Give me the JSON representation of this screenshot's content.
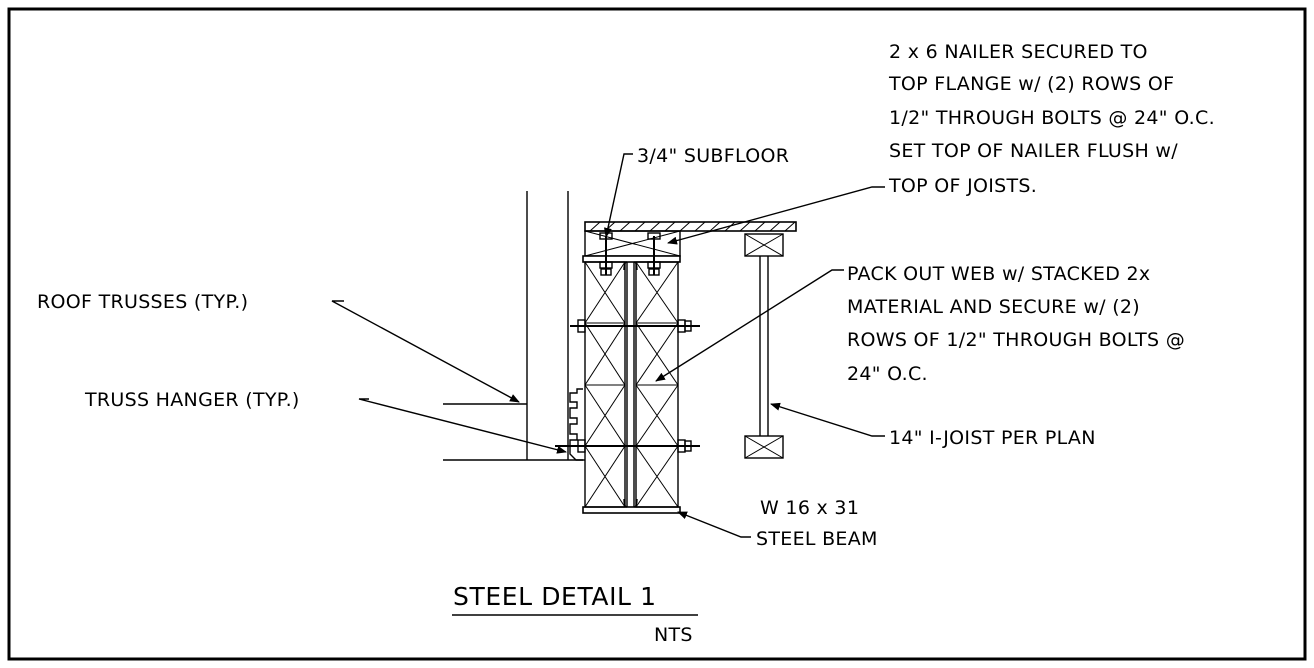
{
  "title": "STEEL DETAIL 1",
  "scale_note": "NTS",
  "annotations": {
    "nailer": [
      "2 x 6 NAILER SECURED TO",
      "TOP FLANGE w/ (2) ROWS OF",
      "1/2\" THROUGH BOLTS @ 24\" O.C.",
      "SET TOP OF NAILER FLUSH w/",
      "TOP OF JOISTS."
    ],
    "subfloor": "3/4\" SUBFLOOR",
    "pack_out": [
      "PACK OUT WEB w/ STACKED 2x",
      "MATERIAL AND SECURE w/ (2)",
      "ROWS OF 1/2\" THROUGH BOLTS @",
      "24\" O.C."
    ],
    "roof_trusses": "ROOF TRUSSES (TYP.)",
    "truss_hanger": "TRUSS HANGER (TYP.)",
    "i_joist": "14\" I-JOIST PER PLAN",
    "beam": [
      "W 16 x 31",
      "STEEL BEAM"
    ]
  }
}
